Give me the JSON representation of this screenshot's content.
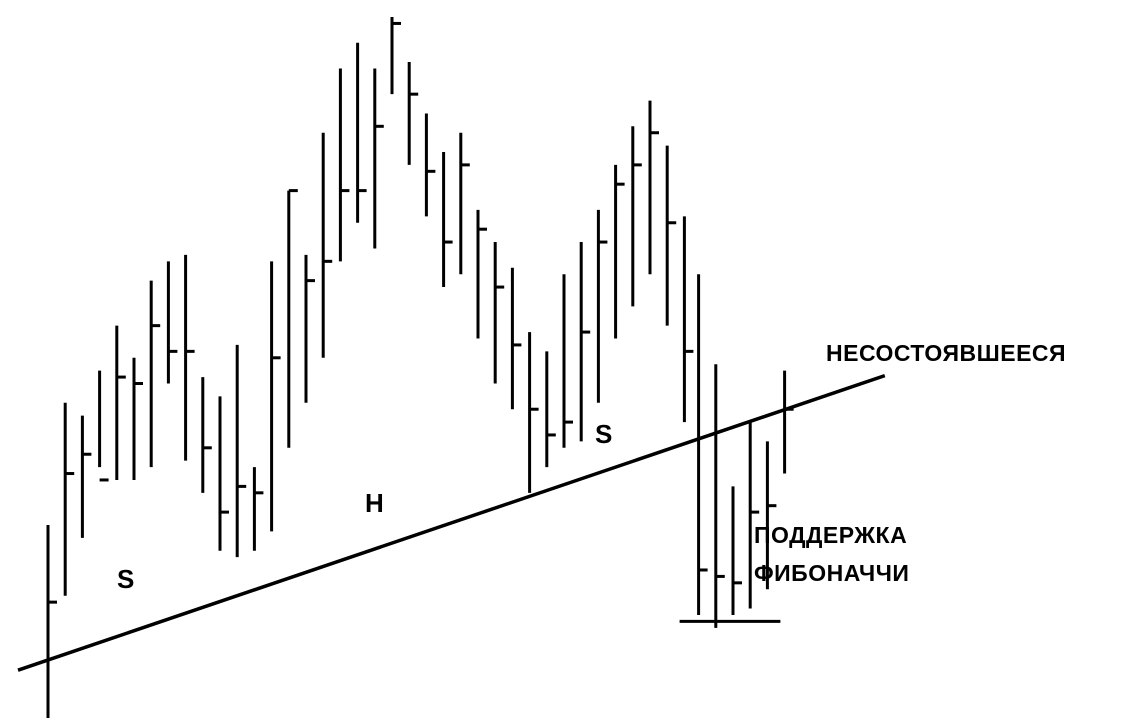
{
  "chart_data": {
    "type": "ohlc",
    "title": "",
    "xlabel": "",
    "ylabel": "",
    "bar_count": 38,
    "ylim": [
      0,
      100
    ],
    "bars": [
      {
        "high": 21,
        "low": 0,
        "close": 9
      },
      {
        "high": 40,
        "low": 10,
        "close": 29
      },
      {
        "high": 38,
        "low": 19,
        "close": 32
      },
      {
        "high": 45,
        "low": 30,
        "close": 28
      },
      {
        "high": 52,
        "low": 28,
        "close": 44
      },
      {
        "high": 47,
        "low": 28,
        "close": 43
      },
      {
        "high": 59,
        "low": 30,
        "close": 52
      },
      {
        "high": 62,
        "low": 43,
        "close": 48
      },
      {
        "high": 63,
        "low": 31,
        "close": 48
      },
      {
        "high": 44,
        "low": 26,
        "close": 33
      },
      {
        "high": 41,
        "low": 17,
        "close": 23
      },
      {
        "high": 49,
        "low": 16,
        "close": 27
      },
      {
        "high": 30,
        "low": 17,
        "close": 26
      },
      {
        "high": 62,
        "low": 20,
        "close": 47
      },
      {
        "high": 73,
        "low": 33,
        "close": 73
      },
      {
        "high": 63,
        "low": 40,
        "close": 59
      },
      {
        "high": 82,
        "low": 47,
        "close": 62
      },
      {
        "high": 92,
        "low": 62,
        "close": 73
      },
      {
        "high": 96,
        "low": 68,
        "close": 73
      },
      {
        "high": 92,
        "low": 64,
        "close": 83
      },
      {
        "high": 100,
        "low": 88,
        "close": 99
      },
      {
        "high": 93,
        "low": 77,
        "close": 88
      },
      {
        "high": 85,
        "low": 69,
        "close": 76
      },
      {
        "high": 79,
        "low": 58,
        "close": 65
      },
      {
        "high": 82,
        "low": 60,
        "close": 77
      },
      {
        "high": 70,
        "low": 50,
        "close": 67
      },
      {
        "high": 65,
        "low": 43,
        "close": 58
      },
      {
        "high": 61,
        "low": 39,
        "close": 49
      },
      {
        "high": 51,
        "low": 26,
        "close": 39
      },
      {
        "high": 48,
        "low": 30,
        "close": 35
      },
      {
        "high": 60,
        "low": 33,
        "close": 37
      },
      {
        "high": 65,
        "low": 34,
        "close": 51
      },
      {
        "high": 70,
        "low": 40,
        "close": 65
      },
      {
        "high": 77,
        "low": 50,
        "close": 74
      },
      {
        "high": 83,
        "low": 55,
        "close": 77
      },
      {
        "high": 87,
        "low": 60,
        "close": 82
      },
      {
        "high": 80,
        "low": 52,
        "close": 68
      },
      {
        "high": 69,
        "low": 37,
        "close": 48
      }
    ],
    "break_bars": [
      {
        "high": 60,
        "low": 7,
        "close": 14
      },
      {
        "high": 46,
        "low": 5,
        "close": 13
      },
      {
        "high": 27,
        "low": 7,
        "close": 12
      },
      {
        "high": 37,
        "low": 8,
        "close": 23
      },
      {
        "high": 34,
        "low": 11,
        "close": 24
      },
      {
        "high": 45,
        "low": 29,
        "close": 39
      }
    ],
    "trendline": {
      "from": [
        0,
        0
      ],
      "to": [
        44,
        40
      ]
    },
    "support_level": 6,
    "annotations": {
      "left_shoulder": "S",
      "head": "H",
      "right_shoulder": "S",
      "failed_label": "НЕСОСТОЯВШЕЕСЯ",
      "fib_line1": "ПОДДЕРЖКА",
      "fib_line2": "ФИБОНАЧЧИ"
    },
    "colors": {
      "ink": "#000000",
      "background": "#ffffff"
    }
  }
}
